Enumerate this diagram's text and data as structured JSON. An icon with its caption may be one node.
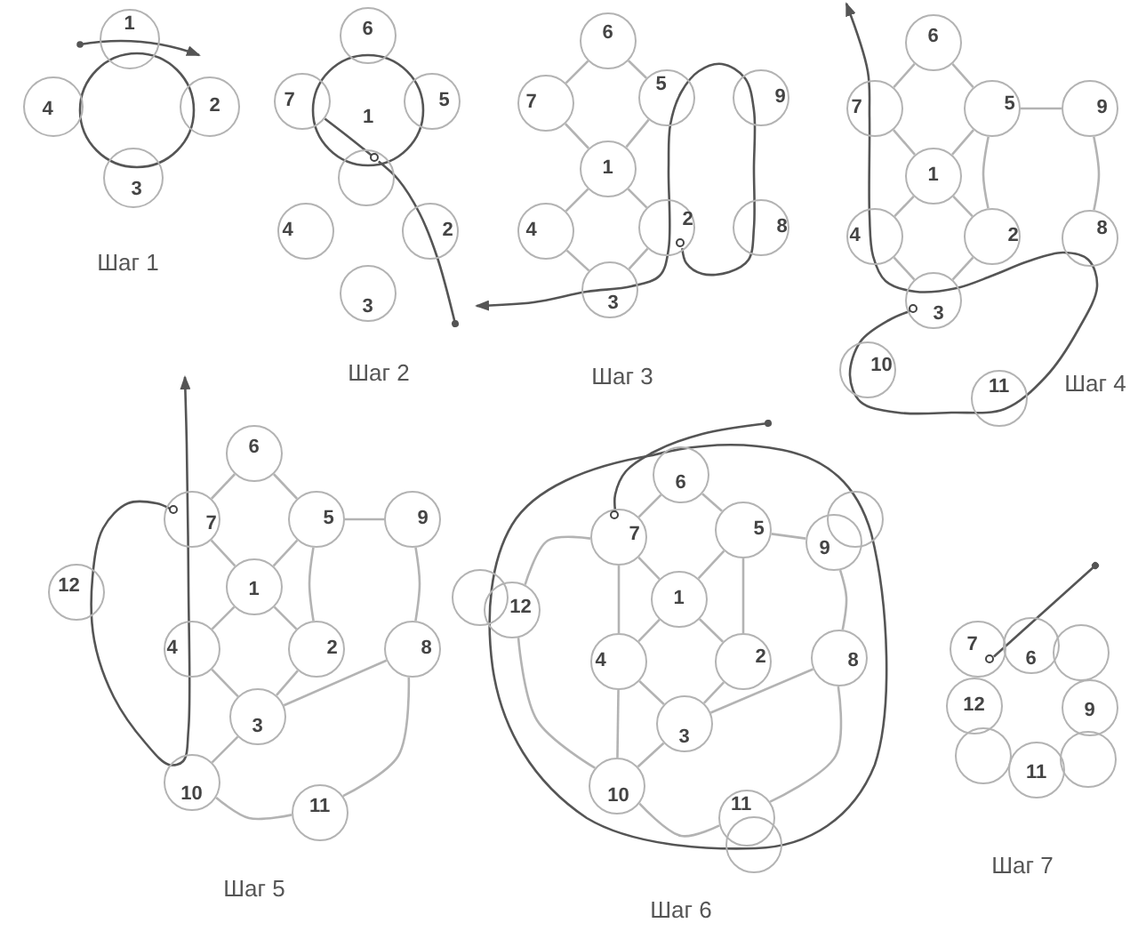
{
  "diagram": {
    "nodes": [
      {
        "text": [
          "1"
        ]
      },
      {
        "text": [
          "4"
        ]
      },
      {
        "text": [
          "2"
        ]
      },
      {
        "text": [
          "3"
        ]
      },
      {
        "text": [
          "6"
        ]
      },
      {
        "text": [
          "7"
        ]
      },
      {
        "text": [
          "5"
        ]
      },
      {
        "text": [],
        "shape": "circle"
      },
      {
        "text": [
          "4"
        ]
      },
      {
        "text": [
          "2"
        ]
      },
      {
        "text": [
          "3"
        ]
      },
      {
        "text": [
          "6"
        ]
      },
      {
        "text": [
          "7"
        ]
      },
      {
        "text": [
          "5"
        ]
      },
      {
        "text": [
          "9"
        ]
      },
      {
        "text": [
          "1"
        ]
      },
      {
        "text": [
          "4"
        ]
      },
      {
        "text": [
          "2"
        ]
      },
      {
        "text": [
          "8"
        ]
      },
      {
        "text": [
          "3"
        ]
      },
      {
        "text": [
          "6"
        ]
      },
      {
        "text": [
          "7"
        ]
      },
      {
        "text": [
          "5"
        ]
      },
      {
        "text": [
          "9"
        ]
      },
      {
        "text": [
          "1"
        ]
      },
      {
        "text": [
          "4"
        ]
      },
      {
        "text": [
          "2"
        ]
      },
      {
        "text": [
          "8"
        ]
      },
      {
        "text": [
          "3"
        ]
      },
      {
        "text": [
          "10"
        ]
      },
      {
        "text": [
          "11"
        ]
      },
      {
        "text": [
          "6"
        ]
      },
      {
        "text": [
          "7"
        ]
      },
      {
        "text": [
          "5"
        ]
      },
      {
        "text": [
          "9"
        ]
      },
      {
        "text": [
          "12"
        ]
      },
      {
        "text": [
          "1"
        ]
      },
      {
        "text": [
          "4"
        ]
      },
      {
        "text": [
          "2"
        ]
      },
      {
        "text": [
          "8"
        ]
      },
      {
        "text": [
          "3"
        ]
      },
      {
        "text": [
          "10"
        ]
      },
      {
        "text": [
          "11"
        ]
      },
      {
        "text": [
          "6"
        ]
      },
      {
        "text": [
          "7"
        ]
      },
      {
        "text": [
          "5"
        ]
      },
      {
        "text": [
          "9"
        ]
      },
      {
        "text": [],
        "shape": "circle"
      },
      {
        "text": [],
        "shape": "circle"
      },
      {
        "text": [
          "12"
        ]
      },
      {
        "text": [
          "1"
        ]
      },
      {
        "text": [
          "4"
        ]
      },
      {
        "text": [
          "2"
        ]
      },
      {
        "text": [
          "8"
        ]
      },
      {
        "text": [
          "3"
        ]
      },
      {
        "text": [
          "10"
        ]
      },
      {
        "text": [
          "11"
        ]
      },
      {
        "text": [],
        "shape": "circle"
      },
      {
        "text": [
          "7"
        ]
      },
      {
        "text": [
          "6"
        ]
      },
      {
        "text": [],
        "shape": "circle"
      },
      {
        "text": [
          "12"
        ]
      },
      {
        "text": [
          "9"
        ]
      },
      {
        "text": [],
        "shape": "circle"
      },
      {
        "text": [
          "11"
        ]
      },
      {
        "text": [],
        "shape": "circle"
      },
      {
        "text": [],
        "shape": "circle",
        "in": 7
      },
      {
        "text": [],
        "shape": "circle",
        "in": 17
      },
      {
        "text": [],
        "shape": "circle",
        "in": 28
      },
      {
        "text": [],
        "shape": "circle",
        "in": 32
      },
      {
        "text": [],
        "shape": "circle",
        "in": 44
      },
      {
        "text": [],
        "shape": "circle",
        "in": 58
      }
    ],
    "edges": [
      {
        "from": 11,
        "to": 12,
        "arrow": "none"
      },
      {
        "from": 11,
        "to": 13,
        "arrow": "none"
      },
      {
        "from": 12,
        "to": 15,
        "arrow": "none"
      },
      {
        "from": 13,
        "to": 15,
        "arrow": "none"
      },
      {
        "from": 15,
        "to": 16,
        "arrow": "none"
      },
      {
        "from": 15,
        "to": 17,
        "arrow": "none"
      },
      {
        "from": 16,
        "to": 19,
        "arrow": "none"
      },
      {
        "from": 17,
        "to": 19,
        "arrow": "none"
      },
      {
        "from": 20,
        "to": 21,
        "arrow": "none"
      },
      {
        "from": 20,
        "to": 22,
        "arrow": "none"
      },
      {
        "from": 21,
        "to": 24,
        "arrow": "none"
      },
      {
        "from": 22,
        "to": 24,
        "arrow": "none"
      },
      {
        "from": 24,
        "to": 25,
        "arrow": "none"
      },
      {
        "from": 24,
        "to": 26,
        "arrow": "none"
      },
      {
        "from": 25,
        "to": 28,
        "arrow": "none"
      },
      {
        "from": 26,
        "to": 28,
        "arrow": "none"
      },
      {
        "from": 22,
        "to": 23,
        "arrow": "none"
      },
      {
        "from": 23,
        "to": 27,
        "arrow": "none"
      },
      {
        "from": 22,
        "to": 26,
        "arrow": "none"
      },
      {
        "from": 31,
        "to": 32,
        "arrow": "none"
      },
      {
        "from": 31,
        "to": 33,
        "arrow": "none"
      },
      {
        "from": 32,
        "to": 36,
        "arrow": "none"
      },
      {
        "from": 33,
        "to": 36,
        "arrow": "none"
      },
      {
        "from": 36,
        "to": 37,
        "arrow": "none"
      },
      {
        "from": 36,
        "to": 38,
        "arrow": "none"
      },
      {
        "from": 37,
        "to": 40,
        "arrow": "none"
      },
      {
        "from": 38,
        "to": 40,
        "arrow": "none"
      },
      {
        "from": 33,
        "to": 34,
        "arrow": "none"
      },
      {
        "from": 34,
        "to": 39,
        "arrow": "none"
      },
      {
        "from": 33,
        "to": 38,
        "arrow": "none"
      },
      {
        "from": 40,
        "to": 39,
        "arrow": "none"
      },
      {
        "from": 40,
        "to": 41,
        "arrow": "none"
      },
      {
        "from": 41,
        "to": 42,
        "arrow": "none"
      },
      {
        "from": 42,
        "to": 39,
        "arrow": "none"
      },
      {
        "from": 43,
        "to": 44,
        "arrow": "none"
      },
      {
        "from": 43,
        "to": 45,
        "arrow": "none"
      },
      {
        "from": 44,
        "to": 50,
        "arrow": "none"
      },
      {
        "from": 45,
        "to": 50,
        "arrow": "none"
      },
      {
        "from": 50,
        "to": 51,
        "arrow": "none"
      },
      {
        "from": 50,
        "to": 52,
        "arrow": "none"
      },
      {
        "from": 51,
        "to": 54,
        "arrow": "none"
      },
      {
        "from": 52,
        "to": 54,
        "arrow": "none"
      },
      {
        "from": 45,
        "to": 46,
        "arrow": "none"
      },
      {
        "from": 46,
        "to": 53,
        "arrow": "none"
      },
      {
        "from": 45,
        "to": 52,
        "arrow": "none"
      },
      {
        "from": 44,
        "to": 51,
        "arrow": "none"
      },
      {
        "from": 54,
        "to": 53,
        "arrow": "none"
      },
      {
        "from": 54,
        "to": 55,
        "arrow": "none"
      },
      {
        "from": 51,
        "to": 55,
        "arrow": "none"
      },
      {
        "from": 55,
        "to": 56,
        "arrow": "none"
      },
      {
        "from": 56,
        "to": 53,
        "arrow": "none"
      },
      {
        "from": 49,
        "to": 55,
        "arrow": "none"
      },
      {
        "from": 44,
        "to": 49,
        "arrow": "none"
      },
      {
        "from": 66,
        "to": null,
        "arrow": "other",
        "color": "#555555"
      },
      {
        "from": 67,
        "to": null,
        "arrow": "to",
        "color": "#555555"
      },
      {
        "from": 68,
        "to": null,
        "arrow": "to",
        "color": "#555555"
      },
      {
        "from": 69,
        "to": null,
        "arrow": "to",
        "color": "#555555"
      },
      {
        "from": 70,
        "to": null,
        "arrow": "other",
        "color": "#555555"
      },
      {
        "from": 71,
        "to": null,
        "arrow": "other",
        "color": "#555555"
      },
      {
        "from": 5,
        "to": 66,
        "arrow": "none",
        "color": "#555555"
      }
    ],
    "labels": [
      "Шаг 1",
      "1",
      "Шаг 2",
      "Шаг 3",
      "Шаг 4",
      "Шаг 5",
      "Шаг 6",
      "Шаг 7"
    ]
  }
}
